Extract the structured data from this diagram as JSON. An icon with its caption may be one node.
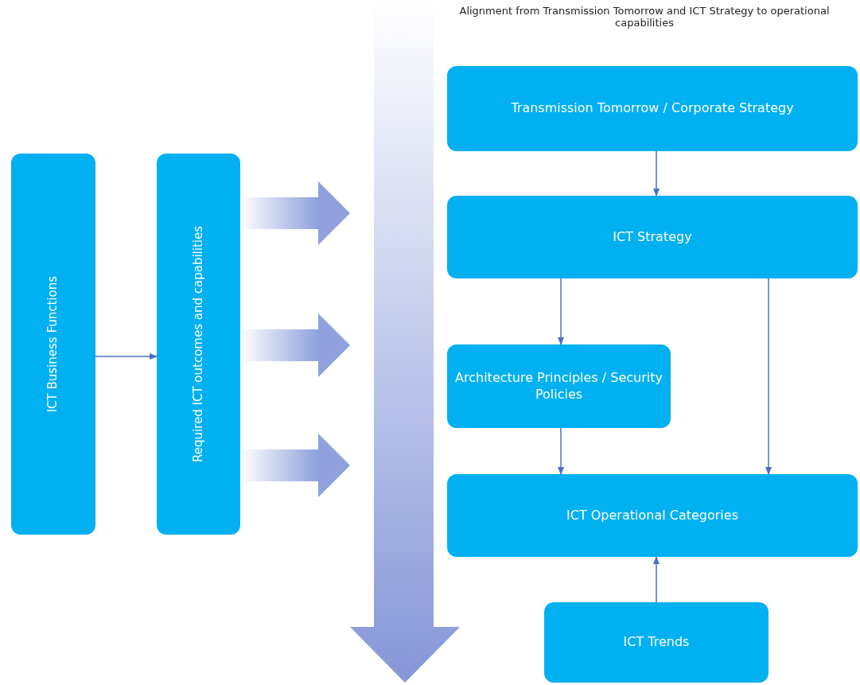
{
  "diagram": {
    "title": "Alignment from Transmission Tomorrow and ICT Strategy to operational capabilities",
    "nodes": [
      {
        "text": [
          "ICT Business Functions"
        ]
      },
      {
        "text": [
          "Required ICT outcomes and capabilities"
        ]
      },
      {
        "text": [
          "Transmission Tomorrow / Corporate Strategy"
        ]
      },
      {
        "text": [
          "ICT Strategy"
        ]
      },
      {
        "text": [
          "Architecture Principles / Security Policies"
        ]
      },
      {
        "text": [
          "ICT Operational Categories"
        ]
      },
      {
        "text": [
          "ICT Trends"
        ]
      },
      {
        "text": [],
        "shape": "arrow"
      }
    ],
    "edges": [
      {
        "from": 0,
        "to": 1,
        "arrow": "to"
      },
      {
        "from": 2,
        "to": 3,
        "arrow": "to"
      },
      {
        "from": 3,
        "to": 4,
        "arrow": "to"
      },
      {
        "from": 3,
        "to": 5,
        "arrow": "to"
      },
      {
        "from": 4,
        "to": 5,
        "arrow": "to"
      },
      {
        "from": 6,
        "to": 5,
        "arrow": "to"
      },
      {
        "from": 1,
        "to": 7,
        "arrow": "to",
        "style": "thick",
        "color": "#8fa0dc"
      },
      {
        "from": 1,
        "to": 7,
        "arrow": "to",
        "style": "thick",
        "color": "#8fa0dc"
      },
      {
        "from": 1,
        "to": 7,
        "arrow": "to",
        "style": "thick",
        "color": "#8fa0dc"
      }
    ]
  }
}
